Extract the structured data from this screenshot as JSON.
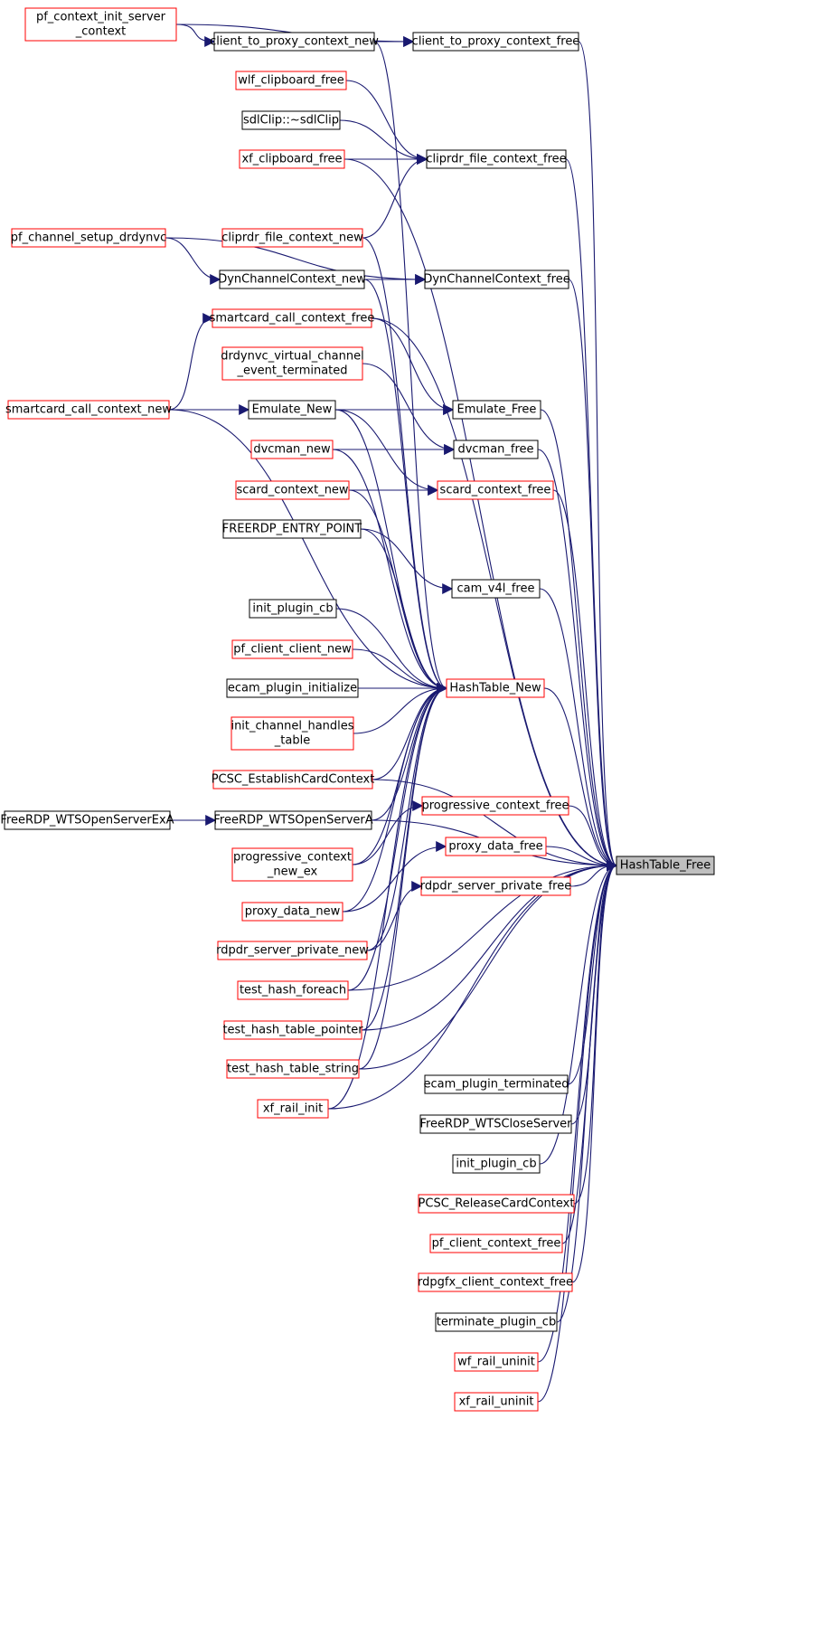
{
  "graph": {
    "root": "HashTable_Free",
    "nodes": {
      "pf_context_init_server_context": {
        "lines": [
          "pf_context_init_server",
          "_context"
        ],
        "border": "red"
      },
      "client_to_proxy_context_new": {
        "lines": [
          "client_to_proxy_context_new"
        ],
        "border": "black"
      },
      "client_to_proxy_context_free": {
        "lines": [
          "client_to_proxy_context_free"
        ],
        "border": "black"
      },
      "wlf_clipboard_free": {
        "lines": [
          "wlf_clipboard_free"
        ],
        "border": "red"
      },
      "sdlClip_dtor": {
        "lines": [
          "sdlClip::~sdlClip"
        ],
        "border": "black"
      },
      "xf_clipboard_free": {
        "lines": [
          "xf_clipboard_free"
        ],
        "border": "red"
      },
      "cliprdr_file_context_free": {
        "lines": [
          "cliprdr_file_context_free"
        ],
        "border": "black"
      },
      "pf_channel_setup_drdynvc": {
        "lines": [
          "pf_channel_setup_drdynvc"
        ],
        "border": "red"
      },
      "cliprdr_file_context_new": {
        "lines": [
          "cliprdr_file_context_new"
        ],
        "border": "red"
      },
      "DynChannelContext_new": {
        "lines": [
          "DynChannelContext_new"
        ],
        "border": "black"
      },
      "DynChannelContext_free": {
        "lines": [
          "DynChannelContext_free"
        ],
        "border": "black"
      },
      "smartcard_call_context_free": {
        "lines": [
          "smartcard_call_context_free"
        ],
        "border": "red"
      },
      "drdynvc_virtual_channel_event_terminated": {
        "lines": [
          "drdynvc_virtual_channel",
          "_event_terminated"
        ],
        "border": "red"
      },
      "smartcard_call_context_new": {
        "lines": [
          "smartcard_call_context_new"
        ],
        "border": "red"
      },
      "Emulate_New": {
        "lines": [
          "Emulate_New"
        ],
        "border": "black"
      },
      "Emulate_Free": {
        "lines": [
          "Emulate_Free"
        ],
        "border": "black"
      },
      "dvcman_new": {
        "lines": [
          "dvcman_new"
        ],
        "border": "red"
      },
      "dvcman_free": {
        "lines": [
          "dvcman_free"
        ],
        "border": "black"
      },
      "scard_context_new": {
        "lines": [
          "scard_context_new"
        ],
        "border": "red"
      },
      "scard_context_free": {
        "lines": [
          "scard_context_free"
        ],
        "border": "red"
      },
      "FREERDP_ENTRY_POINT": {
        "lines": [
          "FREERDP_ENTRY_POINT"
        ],
        "border": "black"
      },
      "cam_v4l_free": {
        "lines": [
          "cam_v4l_free"
        ],
        "border": "black"
      },
      "init_plugin_cb_a": {
        "lines": [
          "init_plugin_cb"
        ],
        "border": "black"
      },
      "pf_client_client_new": {
        "lines": [
          "pf_client_client_new"
        ],
        "border": "red"
      },
      "ecam_plugin_initialize": {
        "lines": [
          "ecam_plugin_initialize"
        ],
        "border": "black"
      },
      "HashTable_New": {
        "lines": [
          "HashTable_New"
        ],
        "border": "red"
      },
      "init_channel_handles_table": {
        "lines": [
          "init_channel_handles",
          "_table"
        ],
        "border": "red"
      },
      "PCSC_EstablishCardContext": {
        "lines": [
          "PCSC_EstablishCardContext"
        ],
        "border": "red"
      },
      "FreeRDP_WTSOpenServerExA": {
        "lines": [
          "FreeRDP_WTSOpenServerExA"
        ],
        "border": "black"
      },
      "FreeRDP_WTSOpenServerA": {
        "lines": [
          "FreeRDP_WTSOpenServerA"
        ],
        "border": "black"
      },
      "progressive_context_free": {
        "lines": [
          "progressive_context_free"
        ],
        "border": "red"
      },
      "progressive_context_new_ex": {
        "lines": [
          "progressive_context",
          "_new_ex"
        ],
        "border": "red"
      },
      "proxy_data_free": {
        "lines": [
          "proxy_data_free"
        ],
        "border": "red"
      },
      "HashTable_Free": {
        "lines": [
          "HashTable_Free"
        ],
        "border": "black"
      },
      "proxy_data_new": {
        "lines": [
          "proxy_data_new"
        ],
        "border": "red"
      },
      "rdpdr_server_private_free": {
        "lines": [
          "rdpdr_server_private_free"
        ],
        "border": "red"
      },
      "rdpdr_server_private_new": {
        "lines": [
          "rdpdr_server_private_new"
        ],
        "border": "red"
      },
      "test_hash_foreach": {
        "lines": [
          "test_hash_foreach"
        ],
        "border": "red"
      },
      "test_hash_table_pointer": {
        "lines": [
          "test_hash_table_pointer"
        ],
        "border": "red"
      },
      "test_hash_table_string": {
        "lines": [
          "test_hash_table_string"
        ],
        "border": "red"
      },
      "ecam_plugin_terminated": {
        "lines": [
          "ecam_plugin_terminated"
        ],
        "border": "black"
      },
      "xf_rail_init": {
        "lines": [
          "xf_rail_init"
        ],
        "border": "red"
      },
      "FreeRDP_WTSCloseServer": {
        "lines": [
          "FreeRDP_WTSCloseServer"
        ],
        "border": "black"
      },
      "init_plugin_cb_b": {
        "lines": [
          "init_plugin_cb"
        ],
        "border": "black"
      },
      "PCSC_ReleaseCardContext": {
        "lines": [
          "PCSC_ReleaseCardContext"
        ],
        "border": "red"
      },
      "pf_client_context_free": {
        "lines": [
          "pf_client_context_free"
        ],
        "border": "red"
      },
      "rdpgfx_client_context_free": {
        "lines": [
          "rdpgfx_client_context_free"
        ],
        "border": "red"
      },
      "terminate_plugin_cb": {
        "lines": [
          "terminate_plugin_cb"
        ],
        "border": "black"
      },
      "wf_rail_uninit": {
        "lines": [
          "wf_rail_uninit"
        ],
        "border": "red"
      },
      "xf_rail_uninit": {
        "lines": [
          "xf_rail_uninit"
        ],
        "border": "red"
      }
    },
    "edges": [
      [
        "pf_context_init_server_context",
        "client_to_proxy_context_new"
      ],
      [
        "pf_context_init_server_context",
        "client_to_proxy_context_free"
      ],
      [
        "client_to_proxy_context_new",
        "client_to_proxy_context_free"
      ],
      [
        "client_to_proxy_context_new",
        "HashTable_New"
      ],
      [
        "client_to_proxy_context_free",
        "HashTable_Free"
      ],
      [
        "wlf_clipboard_free",
        "cliprdr_file_context_free"
      ],
      [
        "sdlClip_dtor",
        "cliprdr_file_context_free"
      ],
      [
        "xf_clipboard_free",
        "cliprdr_file_context_free"
      ],
      [
        "xf_clipboard_free",
        "HashTable_Free"
      ],
      [
        "cliprdr_file_context_free",
        "HashTable_Free"
      ],
      [
        "cliprdr_file_context_new",
        "cliprdr_file_context_free"
      ],
      [
        "cliprdr_file_context_new",
        "HashTable_New"
      ],
      [
        "pf_channel_setup_drdynvc",
        "DynChannelContext_new"
      ],
      [
        "pf_channel_setup_drdynvc",
        "DynChannelContext_free"
      ],
      [
        "DynChannelContext_new",
        "DynChannelContext_free"
      ],
      [
        "DynChannelContext_new",
        "HashTable_New"
      ],
      [
        "DynChannelContext_free",
        "HashTable_Free"
      ],
      [
        "smartcard_call_context_free",
        "Emulate_Free"
      ],
      [
        "smartcard_call_context_free",
        "HashTable_Free"
      ],
      [
        "smartcard_call_context_new",
        "smartcard_call_context_free"
      ],
      [
        "smartcard_call_context_new",
        "Emulate_New"
      ],
      [
        "smartcard_call_context_new",
        "HashTable_New"
      ],
      [
        "drdynvc_virtual_channel_event_terminated",
        "dvcman_free"
      ],
      [
        "Emulate_New",
        "Emulate_Free"
      ],
      [
        "Emulate_New",
        "scard_context_free"
      ],
      [
        "Emulate_New",
        "HashTable_New"
      ],
      [
        "Emulate_Free",
        "HashTable_Free"
      ],
      [
        "dvcman_new",
        "dvcman_free"
      ],
      [
        "dvcman_new",
        "HashTable_New"
      ],
      [
        "dvcman_free",
        "HashTable_Free"
      ],
      [
        "scard_context_new",
        "scard_context_free"
      ],
      [
        "scard_context_new",
        "HashTable_New"
      ],
      [
        "scard_context_free",
        "HashTable_Free"
      ],
      [
        "FREERDP_ENTRY_POINT",
        "cam_v4l_free"
      ],
      [
        "FREERDP_ENTRY_POINT",
        "HashTable_New"
      ],
      [
        "cam_v4l_free",
        "HashTable_Free"
      ],
      [
        "init_plugin_cb_a",
        "HashTable_New"
      ],
      [
        "pf_client_client_new",
        "HashTable_New"
      ],
      [
        "ecam_plugin_initialize",
        "HashTable_New"
      ],
      [
        "init_channel_handles_table",
        "HashTable_New"
      ],
      [
        "PCSC_EstablishCardContext",
        "HashTable_New"
      ],
      [
        "PCSC_EstablishCardContext",
        "HashTable_Free"
      ],
      [
        "FreeRDP_WTSOpenServerExA",
        "FreeRDP_WTSOpenServerA"
      ],
      [
        "FreeRDP_WTSOpenServerA",
        "HashTable_New"
      ],
      [
        "FreeRDP_WTSOpenServerA",
        "HashTable_Free"
      ],
      [
        "progressive_context_new_ex",
        "progressive_context_free"
      ],
      [
        "progressive_context_new_ex",
        "HashTable_New"
      ],
      [
        "progressive_context_free",
        "HashTable_Free"
      ],
      [
        "proxy_data_new",
        "proxy_data_free"
      ],
      [
        "proxy_data_new",
        "HashTable_New"
      ],
      [
        "proxy_data_free",
        "HashTable_Free"
      ],
      [
        "rdpdr_server_private_new",
        "rdpdr_server_private_free"
      ],
      [
        "rdpdr_server_private_new",
        "HashTable_New"
      ],
      [
        "rdpdr_server_private_free",
        "HashTable_Free"
      ],
      [
        "HashTable_New",
        "HashTable_Free"
      ],
      [
        "test_hash_foreach",
        "HashTable_New"
      ],
      [
        "test_hash_foreach",
        "HashTable_Free"
      ],
      [
        "test_hash_table_pointer",
        "HashTable_New"
      ],
      [
        "test_hash_table_pointer",
        "HashTable_Free"
      ],
      [
        "test_hash_table_string",
        "HashTable_New"
      ],
      [
        "test_hash_table_string",
        "HashTable_Free"
      ],
      [
        "xf_rail_init",
        "HashTable_New"
      ],
      [
        "xf_rail_init",
        "HashTable_Free"
      ],
      [
        "ecam_plugin_terminated",
        "HashTable_Free"
      ],
      [
        "FreeRDP_WTSCloseServer",
        "HashTable_Free"
      ],
      [
        "init_plugin_cb_b",
        "HashTable_Free"
      ],
      [
        "PCSC_ReleaseCardContext",
        "HashTable_Free"
      ],
      [
        "pf_client_context_free",
        "HashTable_Free"
      ],
      [
        "rdpgfx_client_context_free",
        "HashTable_Free"
      ],
      [
        "terminate_plugin_cb",
        "HashTable_Free"
      ],
      [
        "wf_rail_uninit",
        "HashTable_Free"
      ],
      [
        "xf_rail_uninit",
        "HashTable_Free"
      ]
    ]
  },
  "colors": {
    "edge": "#191970",
    "red_border": "#ff0000",
    "black_border": "#000000",
    "root_fill": "#bfbfbf",
    "node_fill": "#ffffff"
  }
}
